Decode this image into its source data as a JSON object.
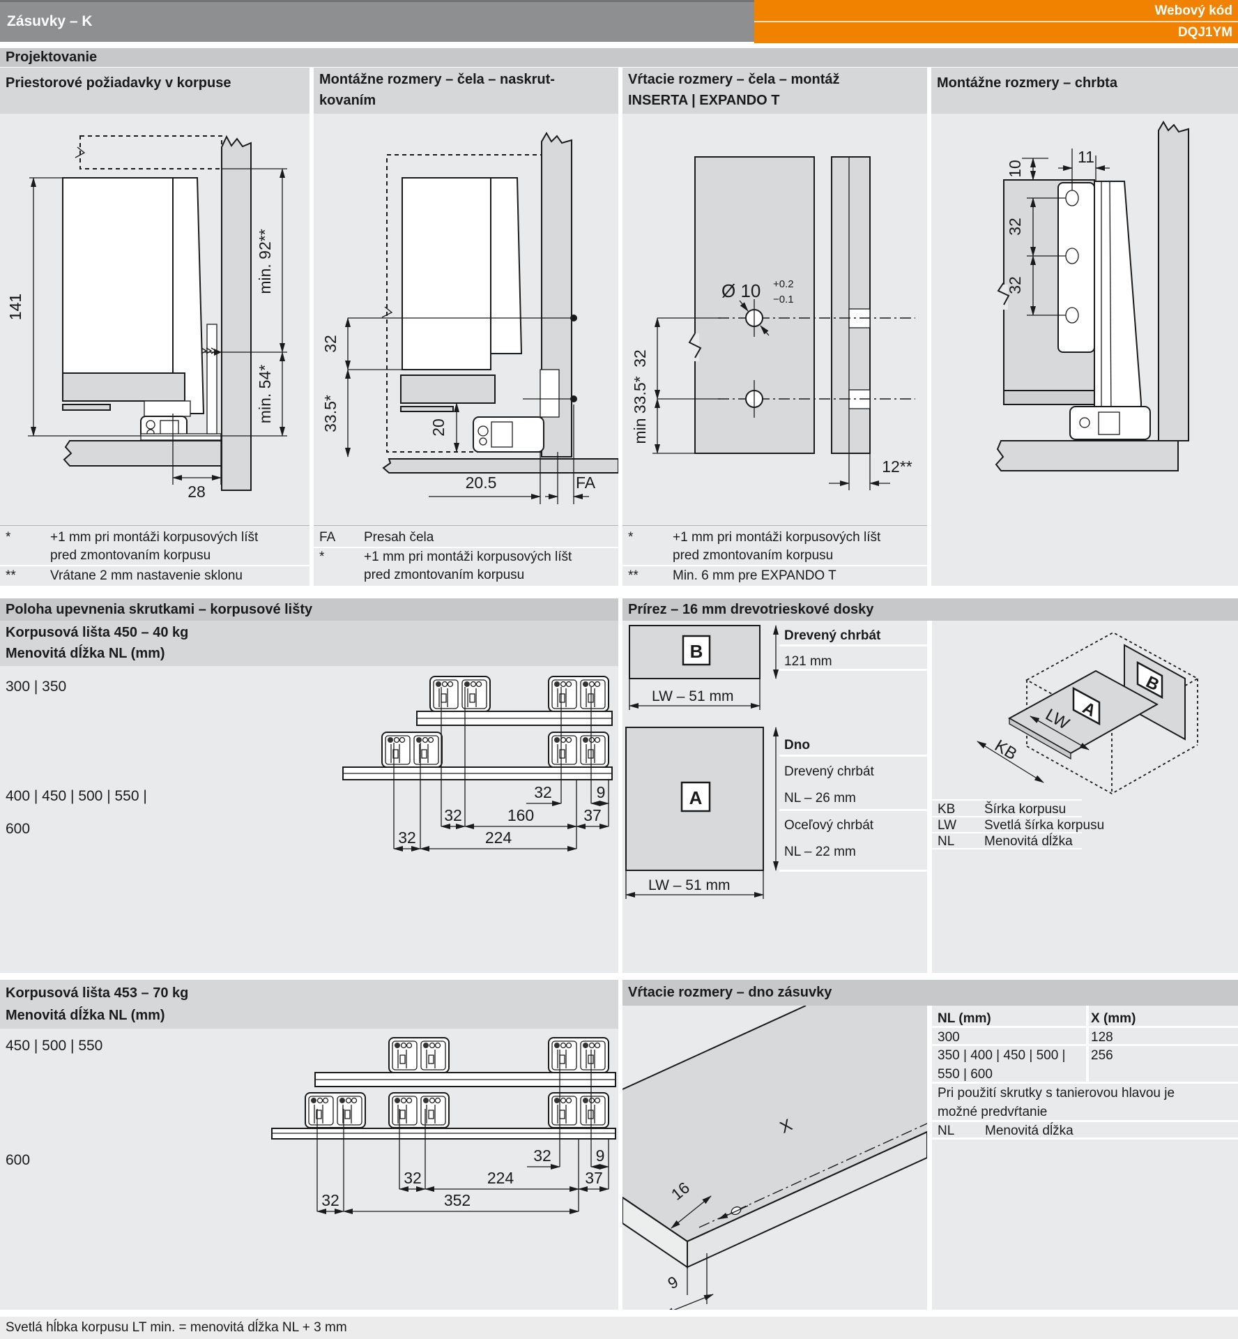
{
  "header": {
    "title": "Zásuvky – K",
    "web_code_label": "Webový kód",
    "web_code": "DQJ1YM"
  },
  "projektovanie": "Projektovanie",
  "col1": {
    "title": "Priestorové požiadavky v korpuse",
    "d141": "141",
    "min92": "min. 92**",
    "min54": "min. 54*",
    "d28": "28",
    "note1_sym": "*",
    "note1a": "+1 mm pri montáži korpusových líšt",
    "note1b": "pred zmontovaním korpusu",
    "note2_sym": "**",
    "note2": "Vrátane 2 mm nastavenie sklonu"
  },
  "col2": {
    "title1": "Montážne rozmery – čela – naskrut-",
    "title2": "kovaním",
    "d32": "32",
    "d335": "33.5*",
    "d20": "20",
    "d205": "20.5",
    "fa": "FA",
    "note1_sym": "FA",
    "note1": "Presah čela",
    "note2_sym": "*",
    "note2a": "+1 mm pri montáži korpusových líšt",
    "note2b": "pred zmontovaním korpusu"
  },
  "col3": {
    "title1": "Vŕtacie rozmery – čela – montáž",
    "title2": "INSERTA | EXPANDO T",
    "dia": "Ø 10",
    "tol_up": "+0.2",
    "tol_dn": "−0.1",
    "d32": "32",
    "min335": "min 33.5*",
    "d12": "12**",
    "note1_sym": "*",
    "note1a": "+1 mm pri montáži korpusových líšt",
    "note1b": "pred zmontovaním korpusu",
    "note2_sym": "**",
    "note2": "Min. 6 mm pre EXPANDO T"
  },
  "col4": {
    "title": "Montážne rozmery – chrbta",
    "d10": "10",
    "d11": "11",
    "d32a": "32",
    "d32b": "32"
  },
  "s2left": {
    "bar": "Poloha upevnenia skrutkami – korpusové lišty",
    "sub1": "Korpusová lišta 450 – 40 kg",
    "sub2": "Menovitá dĺžka NL (mm)",
    "list1": "300 | 350",
    "list2": "400 | 450 | 500 | 550 |",
    "list3": "600",
    "d32a": "32",
    "d9": "9",
    "d32b": "32",
    "d160": "160",
    "d37": "37",
    "d32c": "32",
    "d224": "224"
  },
  "s2right": {
    "bar": "Prírez – 16 mm drevotrieskové dosky",
    "b_letter": "B",
    "b_label": "Drevený chrbát",
    "b_value": "121 mm",
    "b_width": "LW – 51 mm",
    "a_letter": "A",
    "a_label": "Dno",
    "a_row1": "Drevený chrbát",
    "a_row2": "NL – 26 mm",
    "a_row3": "Oceľový chrbát",
    "a_row4": "NL – 22 mm",
    "a_width": "LW – 51 mm",
    "iso_lw": "LW",
    "iso_kb": "KB",
    "iso_a": "A",
    "iso_b": "B",
    "legend": [
      {
        "sym": "KB",
        "desc": "Šírka korpusu"
      },
      {
        "sym": "LW",
        "desc": "Svetlá šírka korpusu"
      },
      {
        "sym": "NL",
        "desc": "Menovitá dĺžka"
      }
    ]
  },
  "s3left": {
    "sub1": "Korpusová lišta 453 – 70 kg",
    "sub2": "Menovitá dĺžka NL (mm)",
    "list1": "450 | 500 | 550",
    "list2": "600",
    "d32a": "32",
    "d9": "9",
    "d32b": "32",
    "d224": "224",
    "d37": "37",
    "d32c": "32",
    "d352": "352"
  },
  "s3right": {
    "bar": "Vŕtacie rozmery – dno zásuvky",
    "th1": "NL (mm)",
    "th2": "X (mm)",
    "r1c1": "300",
    "r1c2": "128",
    "r2c1": "350 | 400 | 450 | 500 |",
    "r2c2": "256",
    "r2c1b": "550 | 600",
    "note1": "Pri použití skrutky s tanierovou hlavou je",
    "note2": "možné predvŕtanie",
    "nl_sym": "NL",
    "nl_desc": "Menovitá dĺžka",
    "dX": "X",
    "d16": "16",
    "d9": "9"
  },
  "footer": "Svetlá hĺbka korpusu LT min. = menovitá dĺžka NL + 3 mm"
}
